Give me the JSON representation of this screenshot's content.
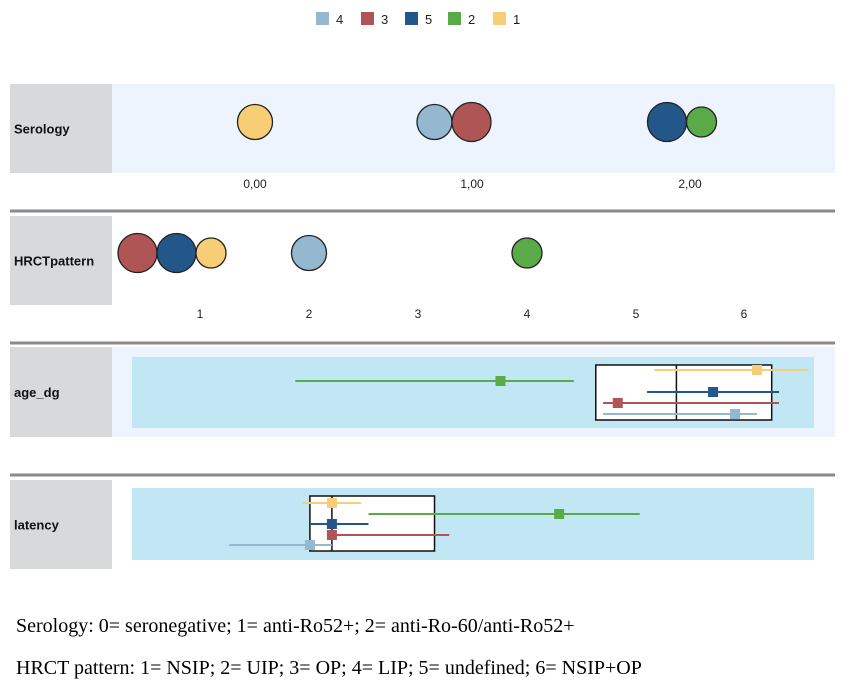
{
  "colors": {
    "4": "#93b8d0",
    "3": "#b05555",
    "5": "#235789",
    "2": "#5aab47",
    "1": "#f7cd76",
    "label_bg": "#d8d9da",
    "panel_bg": "#edf4fd",
    "inner_bg": "#c1e6f4",
    "separator": "#8a8a8a"
  },
  "chart_data": {
    "type": "scatter",
    "title": "",
    "legend": {
      "placement": "top-center",
      "entries": [
        {
          "key": "4",
          "label": "4"
        },
        {
          "key": "3",
          "label": "3"
        },
        {
          "key": "5",
          "label": "5"
        },
        {
          "key": "2",
          "label": "2"
        },
        {
          "key": "1",
          "label": "1"
        }
      ]
    },
    "panels": [
      {
        "name": "Serology",
        "kind": "categorical-bubble",
        "ticks": [
          {
            "value": 0,
            "label": "0,00"
          },
          {
            "value": 1,
            "label": "1,00"
          },
          {
            "value": 2,
            "label": "2,00"
          }
        ],
        "points": [
          {
            "series": "1",
            "value": 0,
            "size": "medium"
          },
          {
            "series": "4",
            "value": 1,
            "size": "medium"
          },
          {
            "series": "3",
            "value": 1,
            "size": "large"
          },
          {
            "series": "5",
            "value": 2,
            "size": "large"
          },
          {
            "series": "2",
            "value": 2,
            "size": "small"
          }
        ]
      },
      {
        "name": "HRCTpattern",
        "kind": "categorical-bubble",
        "ticks": [
          {
            "value": 1,
            "label": "1"
          },
          {
            "value": 2,
            "label": "2"
          },
          {
            "value": 3,
            "label": "3"
          },
          {
            "value": 4,
            "label": "4"
          },
          {
            "value": 5,
            "label": "5"
          },
          {
            "value": 6,
            "label": "6"
          }
        ],
        "points": [
          {
            "series": "3",
            "value": 1,
            "size": "large"
          },
          {
            "series": "5",
            "value": 1,
            "size": "large"
          },
          {
            "series": "1",
            "value": 1,
            "size": "small"
          },
          {
            "series": "4",
            "value": 2,
            "size": "medium"
          },
          {
            "series": "2",
            "value": 4,
            "size": "small"
          }
        ]
      },
      {
        "name": "age_dg",
        "kind": "range-boxplot",
        "scale": "relative (0-1 across panel, no tick labels shown)",
        "box": {
          "q1": 0.66,
          "median": 0.77,
          "q3": 0.9
        },
        "series": [
          {
            "series": "1",
            "min": 0.74,
            "max": 0.95,
            "marker": 0.88
          },
          {
            "series": "2",
            "min": 0.25,
            "max": 0.63,
            "marker": 0.53
          },
          {
            "series": "5",
            "min": 0.73,
            "max": 0.91,
            "marker": 0.82
          },
          {
            "series": "3",
            "min": 0.67,
            "max": 0.91,
            "marker": 0.69
          },
          {
            "series": "4",
            "min": 0.67,
            "max": 0.88,
            "marker": 0.85
          }
        ]
      },
      {
        "name": "latency",
        "kind": "range-boxplot",
        "scale": "relative (0-1 across panel, no tick labels shown)",
        "box": {
          "q1": 0.27,
          "median": 0.3,
          "q3": 0.44
        },
        "series": [
          {
            "series": "1",
            "min": 0.26,
            "max": 0.34,
            "marker": 0.3
          },
          {
            "series": "2",
            "min": 0.35,
            "max": 0.72,
            "marker": 0.61
          },
          {
            "series": "5",
            "min": 0.27,
            "max": 0.35,
            "marker": 0.3
          },
          {
            "series": "3",
            "min": 0.3,
            "max": 0.46,
            "marker": 0.3
          },
          {
            "series": "4",
            "min": 0.16,
            "max": 0.3,
            "marker": 0.27
          }
        ]
      }
    ]
  },
  "captions": {
    "serology": "Serology: 0= seronegative; 1= anti-Ro52+; 2= anti-Ro-60/anti-Ro52+",
    "hrct": "HRCT pattern: 1= NSIP; 2= UIP; 3= OP; 4= LIP; 5= undefined; 6= NSIP+OP"
  }
}
